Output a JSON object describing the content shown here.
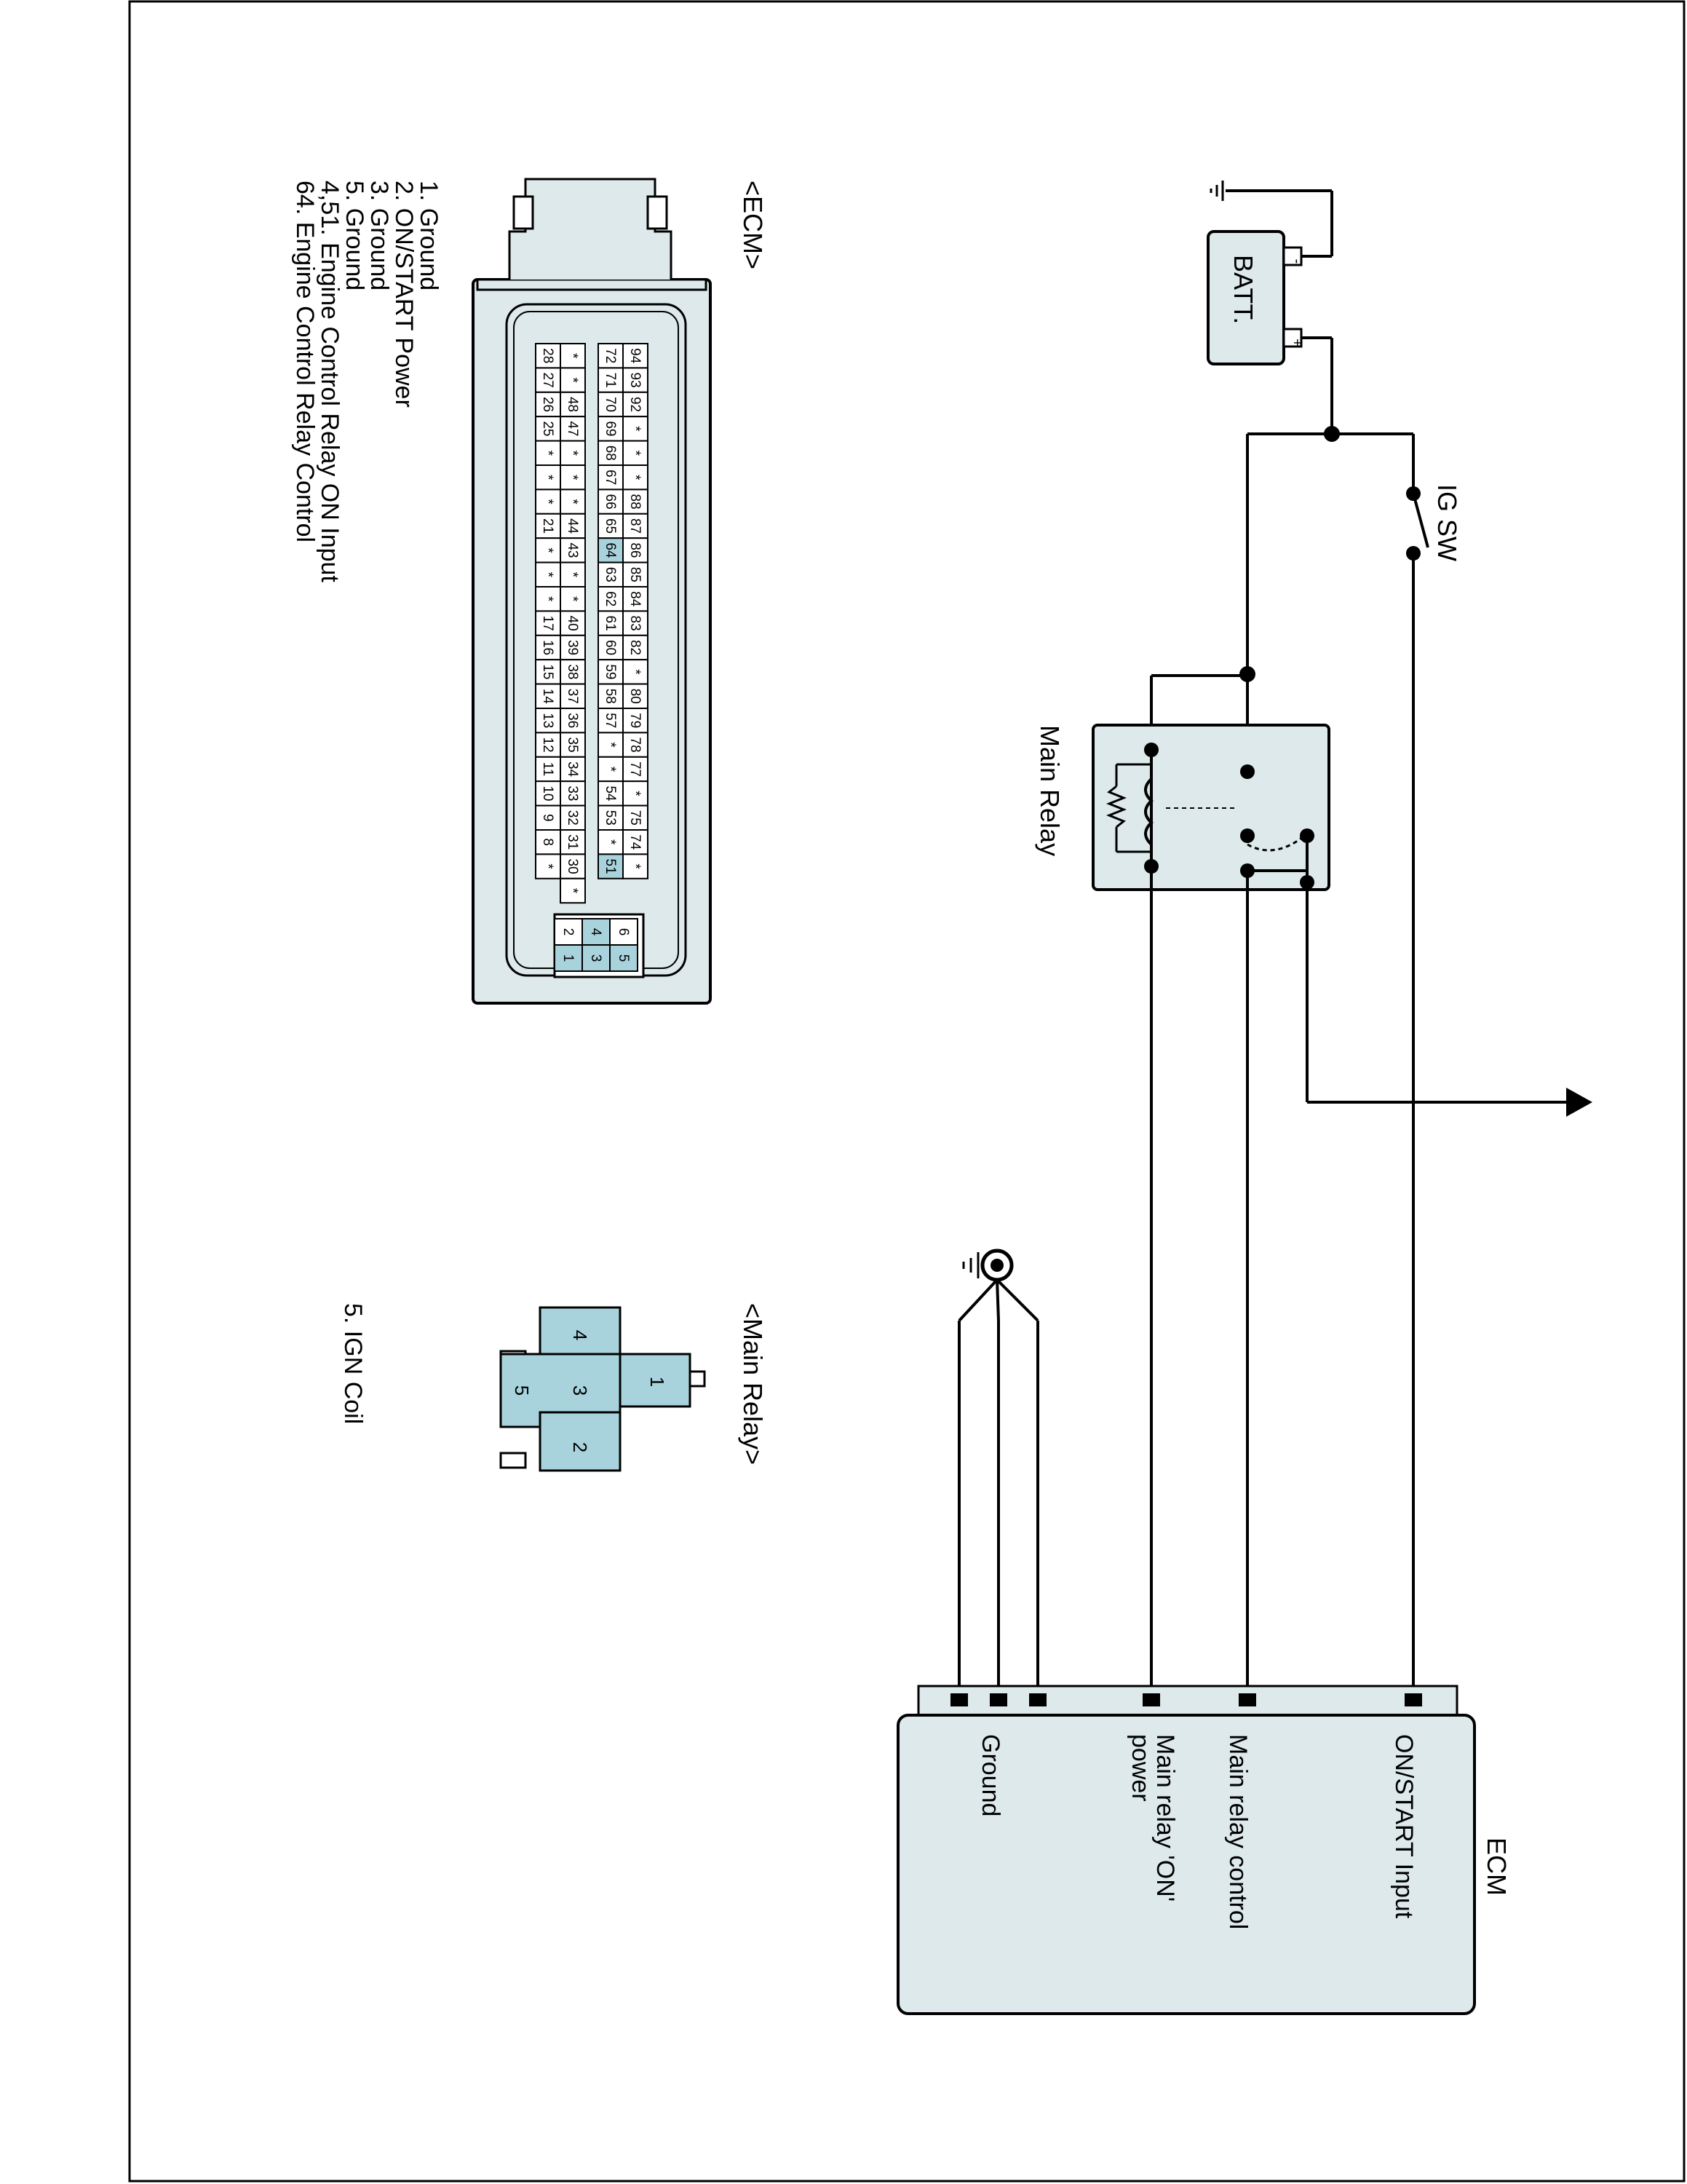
{
  "labels": {
    "ig_sw": "IG SW",
    "main_relay": "Main Relay",
    "batt": "BATT.",
    "batt_neg": "-",
    "batt_pos": "+",
    "ecm_header": "<ECM>",
    "main_relay_header": "<Main Relay>",
    "ecm_box": "ECM"
  },
  "ecm_pins": [
    {
      "label": "ON/START Input"
    },
    {
      "label": "Main relay control"
    },
    {
      "label_line1": "Main relay 'ON'",
      "label_line2": "power"
    },
    {
      "label": "Ground"
    }
  ],
  "ecm_legend": [
    "1. Ground",
    "2. ON/START Power",
    "3. Ground",
    "5. Ground",
    "4,51. Engine Control Relay ON Input",
    "64. Engine Control Relay Control"
  ],
  "relay_legend": [
    "5. IGN Coil"
  ],
  "relay_connector_pins": [
    "1",
    "2",
    "3",
    "4",
    "5"
  ],
  "ecm_connector": {
    "small_block": [
      [
        "6",
        "5"
      ],
      [
        "4",
        "3"
      ],
      [
        "2",
        "1"
      ]
    ],
    "row1": [
      "94",
      "93",
      "92",
      "*",
      "*",
      "*",
      "88",
      "87",
      "86",
      "85",
      "84",
      "83",
      "82",
      "*",
      "80",
      "79",
      "78",
      "77",
      "*",
      "75",
      "74",
      "*"
    ],
    "row2": [
      "72",
      "71",
      "70",
      "69",
      "68",
      "67",
      "66",
      "65",
      "64",
      "63",
      "62",
      "61",
      "60",
      "59",
      "58",
      "57",
      "*",
      "*",
      "54",
      "53",
      "*",
      "51"
    ],
    "row3": [
      "*",
      "*",
      "48",
      "47",
      "*",
      "*",
      "*",
      "44",
      "43",
      "*",
      "*",
      "40",
      "39",
      "38",
      "37",
      "36",
      "35",
      "34",
      "33",
      "32",
      "31",
      "30",
      "*"
    ],
    "row4": [
      "28",
      "27",
      "26",
      "25",
      "*",
      "*",
      "*",
      "21",
      "*",
      "*",
      "*",
      "17",
      "16",
      "15",
      "14",
      "13",
      "12",
      "11",
      "10",
      "9",
      "8",
      "*"
    ]
  },
  "colors": {
    "connector_fill": "#dde9eb",
    "highlight_fill": "#a9d3dc"
  }
}
